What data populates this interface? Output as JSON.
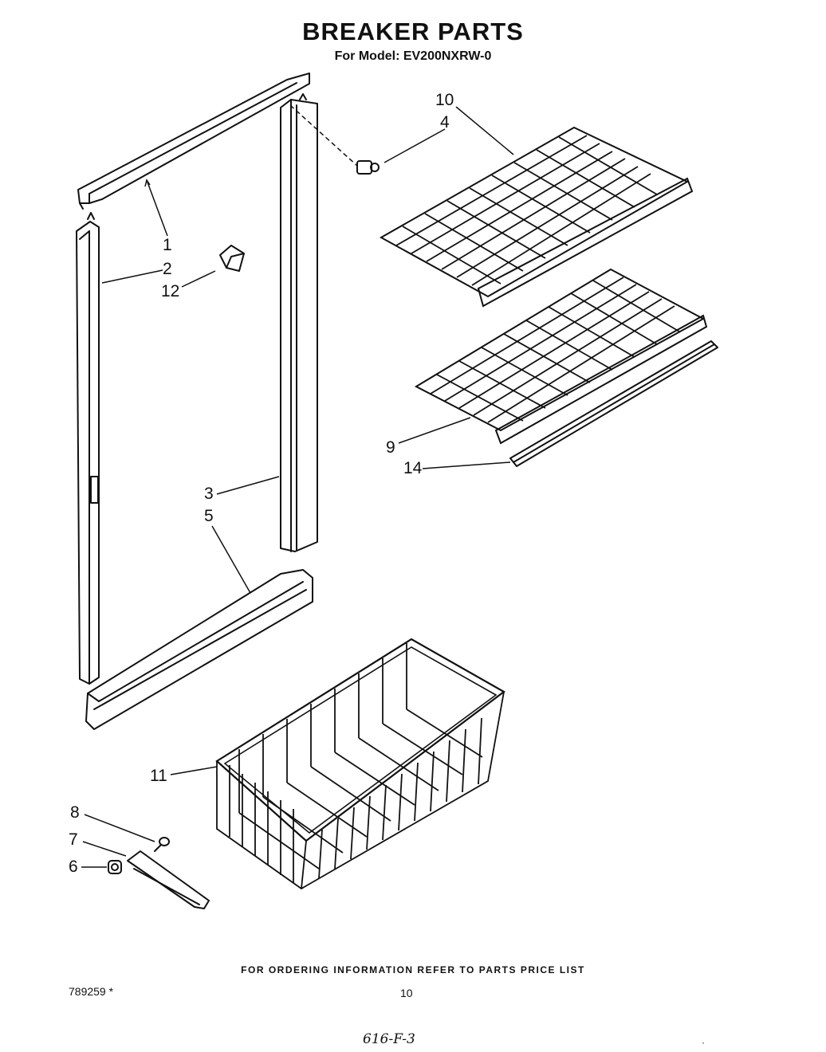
{
  "header": {
    "title": "BREAKER PARTS",
    "model_line": "For Model: EV200NXRW-0"
  },
  "callouts": [
    {
      "id": "c1",
      "text": "1"
    },
    {
      "id": "c2",
      "text": "2"
    },
    {
      "id": "c12",
      "text": "12"
    },
    {
      "id": "c3",
      "text": "3"
    },
    {
      "id": "c5",
      "text": "5"
    },
    {
      "id": "c10",
      "text": "10"
    },
    {
      "id": "c4",
      "text": "4"
    },
    {
      "id": "c9",
      "text": "9"
    },
    {
      "id": "c14",
      "text": "14"
    },
    {
      "id": "c11",
      "text": "11"
    },
    {
      "id": "c8",
      "text": "8"
    },
    {
      "id": "c7",
      "text": "7"
    },
    {
      "id": "c6",
      "text": "6"
    }
  ],
  "footer": {
    "ordering_note": "FOR ORDERING INFORMATION REFER TO PARTS PRICE LIST",
    "doc_number": "789259 *",
    "page_number": "10",
    "handwritten_code": "616-F-3"
  }
}
